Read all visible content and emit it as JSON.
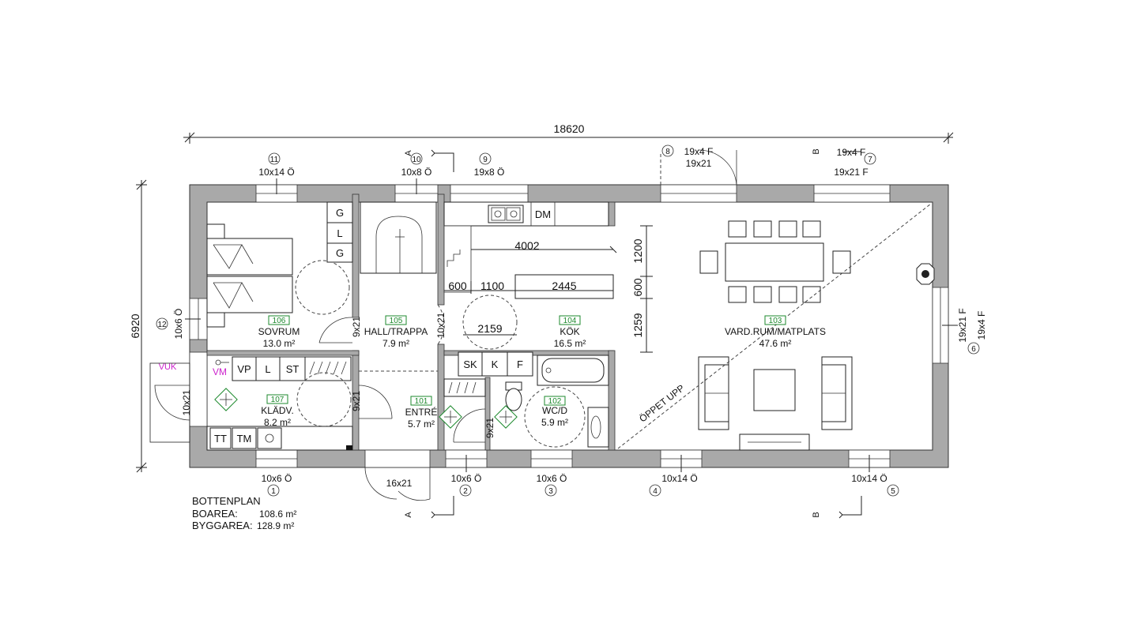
{
  "dimensions": {
    "overall_width": "18620",
    "overall_depth": "6920",
    "kitchen_run": "4002",
    "d600a": "600",
    "d1100": "1100",
    "d2445": "2445",
    "d2159": "2159",
    "v1200": "1200",
    "v600": "600",
    "v1259": "1259"
  },
  "windows": {
    "w1": {
      "num": "1",
      "spec": "10x6 Ö"
    },
    "w2": {
      "num": "2",
      "spec": "10x6 Ö"
    },
    "w3": {
      "num": "3",
      "spec": "10x6 Ö"
    },
    "w4": {
      "num": "4",
      "spec": "10x14 Ö"
    },
    "w5": {
      "num": "5",
      "spec": "10x14 Ö"
    },
    "w6": {
      "num": "6",
      "spec": "19x4 F",
      "spec2": "19x21 F"
    },
    "w7": {
      "num": "7",
      "spec": "19x4 F",
      "spec2": "19x21 F"
    },
    "w8": {
      "num": "8",
      "spec": "19x4 F",
      "spec2": "19x21"
    },
    "w9": {
      "num": "9",
      "spec": "19x8 Ö"
    },
    "w10": {
      "num": "10",
      "spec": "10x8 Ö"
    },
    "w11": {
      "num": "11",
      "spec": "10x14 Ö"
    },
    "w12": {
      "num": "12",
      "spec": "10x6 Ö"
    }
  },
  "doors": {
    "front": "16x21",
    "d9x21a": "9x21",
    "d9x21b": "9x21",
    "d9x21c": "9x21",
    "d10x21a": "10x21",
    "d10x21b": "10x21"
  },
  "sections": {
    "a": "A",
    "b": "B"
  },
  "rooms": [
    {
      "id": "106",
      "name": "SOVRUM",
      "area": "13.0 m²"
    },
    {
      "id": "105",
      "name": "HALL/TRAPPA",
      "area": "7.9 m²"
    },
    {
      "id": "104",
      "name": "KÖK",
      "area": "16.5 m²"
    },
    {
      "id": "103",
      "name": "VARD.RUM/MATPLATS",
      "area": "47.6 m²"
    },
    {
      "id": "107",
      "name": "KLÄDV.",
      "area": "8.2 m²"
    },
    {
      "id": "101",
      "name": "ENTRÉ",
      "area": "5.7 m²"
    },
    {
      "id": "102",
      "name": "WC/D",
      "area": "5.9 m²"
    }
  ],
  "fixtures": {
    "g1": "G",
    "l": "L",
    "g2": "G",
    "dm": "DM",
    "vp": "VP",
    "l2": "L",
    "st": "ST",
    "vm": "VM",
    "vuk": "VUK",
    "sk": "SK",
    "k": "K",
    "f": "F",
    "tt": "TT",
    "tm": "TM"
  },
  "note_open": "ÖPPET UPP",
  "summary": {
    "title": "BOTTENPLAN",
    "boarea_label": "BOAREA:",
    "boarea_value": "108.6 m²",
    "byggarea_label": "BYGGAREA:",
    "byggarea_value": "128.9 m²"
  }
}
